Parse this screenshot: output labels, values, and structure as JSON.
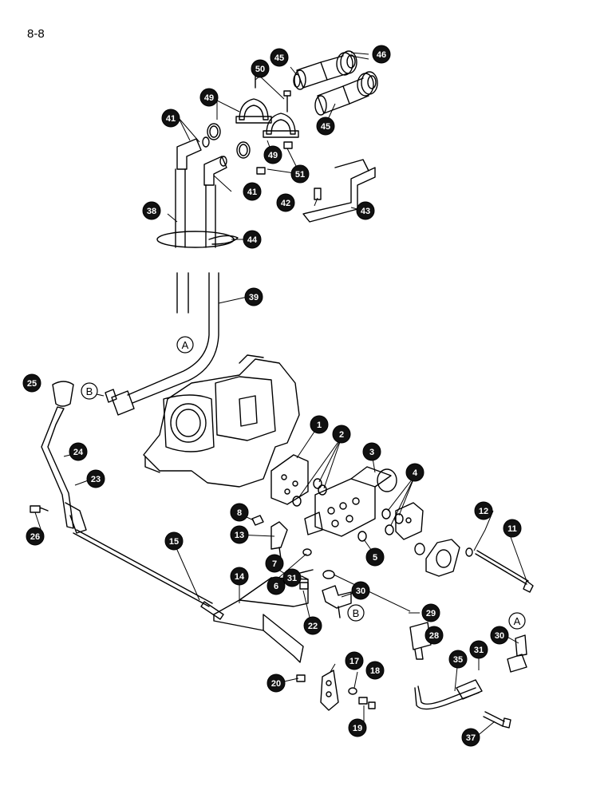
{
  "page": {
    "number": "8-8"
  },
  "callouts": [
    {
      "id": "c1",
      "label": "1"
    },
    {
      "id": "c2",
      "label": "2"
    },
    {
      "id": "c3",
      "label": "3"
    },
    {
      "id": "c4",
      "label": "4"
    },
    {
      "id": "c5",
      "label": "5"
    },
    {
      "id": "c6",
      "label": "6"
    },
    {
      "id": "c7",
      "label": "7"
    },
    {
      "id": "c8",
      "label": "8"
    },
    {
      "id": "c11",
      "label": "11"
    },
    {
      "id": "c12",
      "label": "12"
    },
    {
      "id": "c13",
      "label": "13"
    },
    {
      "id": "c14",
      "label": "14"
    },
    {
      "id": "c15",
      "label": "15"
    },
    {
      "id": "c17",
      "label": "17"
    },
    {
      "id": "c18",
      "label": "18"
    },
    {
      "id": "c19",
      "label": "19"
    },
    {
      "id": "c20",
      "label": "20"
    },
    {
      "id": "c22",
      "label": "22"
    },
    {
      "id": "c23",
      "label": "23"
    },
    {
      "id": "c24",
      "label": "24"
    },
    {
      "id": "c25",
      "label": "25"
    },
    {
      "id": "c26",
      "label": "26"
    },
    {
      "id": "c28",
      "label": "28"
    },
    {
      "id": "c29",
      "label": "29"
    },
    {
      "id": "c30a",
      "label": "30"
    },
    {
      "id": "c30b",
      "label": "30"
    },
    {
      "id": "c31a",
      "label": "31"
    },
    {
      "id": "c31b",
      "label": "31"
    },
    {
      "id": "c35",
      "label": "35"
    },
    {
      "id": "c37",
      "label": "37"
    },
    {
      "id": "c38",
      "label": "38"
    },
    {
      "id": "c39",
      "label": "39"
    },
    {
      "id": "c41a",
      "label": "41"
    },
    {
      "id": "c41b",
      "label": "41"
    },
    {
      "id": "c42",
      "label": "42"
    },
    {
      "id": "c43",
      "label": "43"
    },
    {
      "id": "c44",
      "label": "44"
    },
    {
      "id": "c45a",
      "label": "45"
    },
    {
      "id": "c45b",
      "label": "45"
    },
    {
      "id": "c46",
      "label": "46"
    },
    {
      "id": "c49a",
      "label": "49"
    },
    {
      "id": "c49b",
      "label": "49"
    },
    {
      "id": "c50",
      "label": "50"
    },
    {
      "id": "c51",
      "label": "51"
    }
  ],
  "references": [
    {
      "id": "refA1",
      "label": "A"
    },
    {
      "id": "refA2",
      "label": "A"
    },
    {
      "id": "refB1",
      "label": "B"
    },
    {
      "id": "refB2",
      "label": "B"
    }
  ]
}
